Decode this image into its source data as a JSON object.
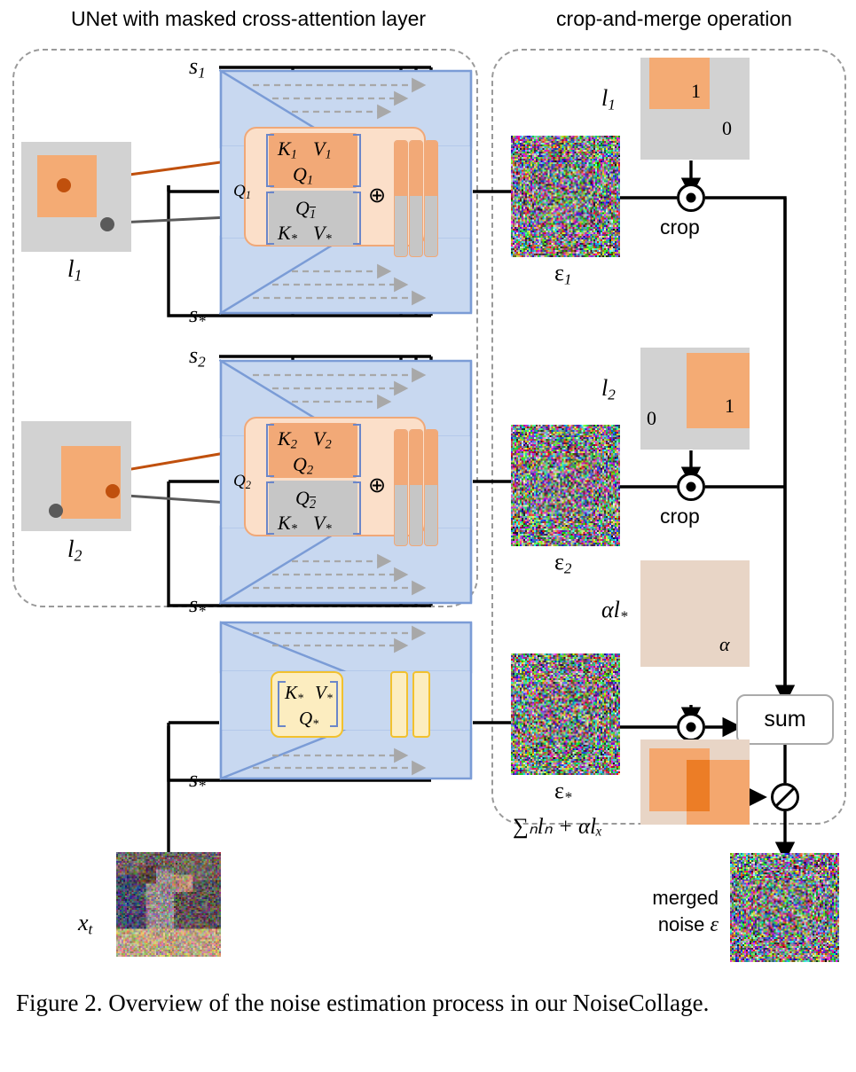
{
  "figure": {
    "caption": "Figure 2. Overview of the noise estimation process in our NoiseCollage.",
    "panels": [
      {
        "id": "left",
        "title": "UNet with masked cross-attention layer"
      },
      {
        "id": "right",
        "title": "crop-and-merge operation"
      }
    ]
  },
  "left_panel": {
    "layouts": [
      {
        "name": "layout-1",
        "label": "l",
        "sub": "1",
        "rect": "left-center"
      },
      {
        "name": "layout-2",
        "label": "l",
        "sub": "2",
        "rect": "center"
      }
    ],
    "unets": [
      {
        "name": "unet-1",
        "prompt_label": "s",
        "prompt_sub": "1",
        "base_prompt_label": "s",
        "base_prompt_sub": "*",
        "attention": {
          "orange": {
            "k": "K",
            "k_sub": "1",
            "v": "V",
            "v_sub": "1",
            "q": "Q",
            "q_sub": "1"
          },
          "gray": {
            "q": "Q",
            "q_sub": "1",
            "q_overline": true,
            "k": "K",
            "k_sub": "*",
            "v": "V",
            "v_sub": "*"
          },
          "side_query": {
            "q": "Q",
            "q_sub": "1"
          },
          "combine_symbol": "⊕"
        }
      },
      {
        "name": "unet-2",
        "prompt_label": "s",
        "prompt_sub": "2",
        "base_prompt_label": "s",
        "base_prompt_sub": "*",
        "attention": {
          "orange": {
            "k": "K",
            "k_sub": "2",
            "v": "V",
            "v_sub": "2",
            "q": "Q",
            "q_sub": "2"
          },
          "gray": {
            "q": "Q",
            "q_sub": "2",
            "q_overline": true,
            "k": "K",
            "k_sub": "*",
            "v": "V",
            "v_sub": "*"
          },
          "side_query": {
            "q": "Q",
            "q_sub": "2"
          },
          "combine_symbol": "⊕"
        }
      },
      {
        "name": "unet-base",
        "prompt_label": "s",
        "prompt_sub": "*",
        "attention": {
          "yellow": {
            "k": "K",
            "k_sub": "*",
            "v": "V",
            "v_sub": "*",
            "q": "Q",
            "q_sub": "*"
          }
        }
      }
    ],
    "input_image": {
      "label": "x",
      "sub": "t"
    }
  },
  "right_panel": {
    "noises": [
      {
        "name": "noise-eps-1",
        "label": "ε",
        "sub": "1"
      },
      {
        "name": "noise-eps-2",
        "label": "ε",
        "sub": "2"
      },
      {
        "name": "noise-eps-base",
        "label": "ε",
        "sub": "*"
      }
    ],
    "masks": [
      {
        "name": "mask-l1",
        "label": "l",
        "sub": "1",
        "inside_value": "1",
        "outside_value": "0"
      },
      {
        "name": "mask-l2",
        "label": "l",
        "sub": "2",
        "inside_value": "1",
        "outside_value": "0"
      },
      {
        "name": "mask-alpha-l-star",
        "label": "αl",
        "sub": "*",
        "inside_value": "α"
      },
      {
        "name": "mask-sum-layouts",
        "formula": "∑ₙlₙ + αlₓ"
      }
    ],
    "operations": [
      {
        "name": "crop-op-1",
        "label": "crop",
        "symbol": "⊙"
      },
      {
        "name": "crop-op-2",
        "label": "crop",
        "symbol": "⊙"
      },
      {
        "name": "crop-op-base",
        "label": "",
        "symbol": "⊙"
      },
      {
        "name": "sum-op",
        "label": "sum"
      },
      {
        "name": "divide-op",
        "symbol": "⊘"
      }
    ],
    "output": {
      "name": "merged-noise",
      "line1": "merged",
      "line2": "noise",
      "symbol": "ε"
    }
  },
  "colors": {
    "unet_fill": "#c8d8f0",
    "unet_stroke": "#7b9cd6",
    "attention_outer": "#fbdfc9",
    "attention_orange": "#f2a977",
    "attention_gray": "#c6c6c6",
    "attention_yellow": "#fcedc0",
    "yellow_stroke": "#f2c12e",
    "mask_gray": "#d2d2d2",
    "mask_orange": "#f4ab74",
    "mask_light_peach": "#e8d5c6",
    "orange_arrow": "#c0500d",
    "gray_arrow": "#5a5a5a",
    "dashed_border": "#9a9a9a"
  }
}
